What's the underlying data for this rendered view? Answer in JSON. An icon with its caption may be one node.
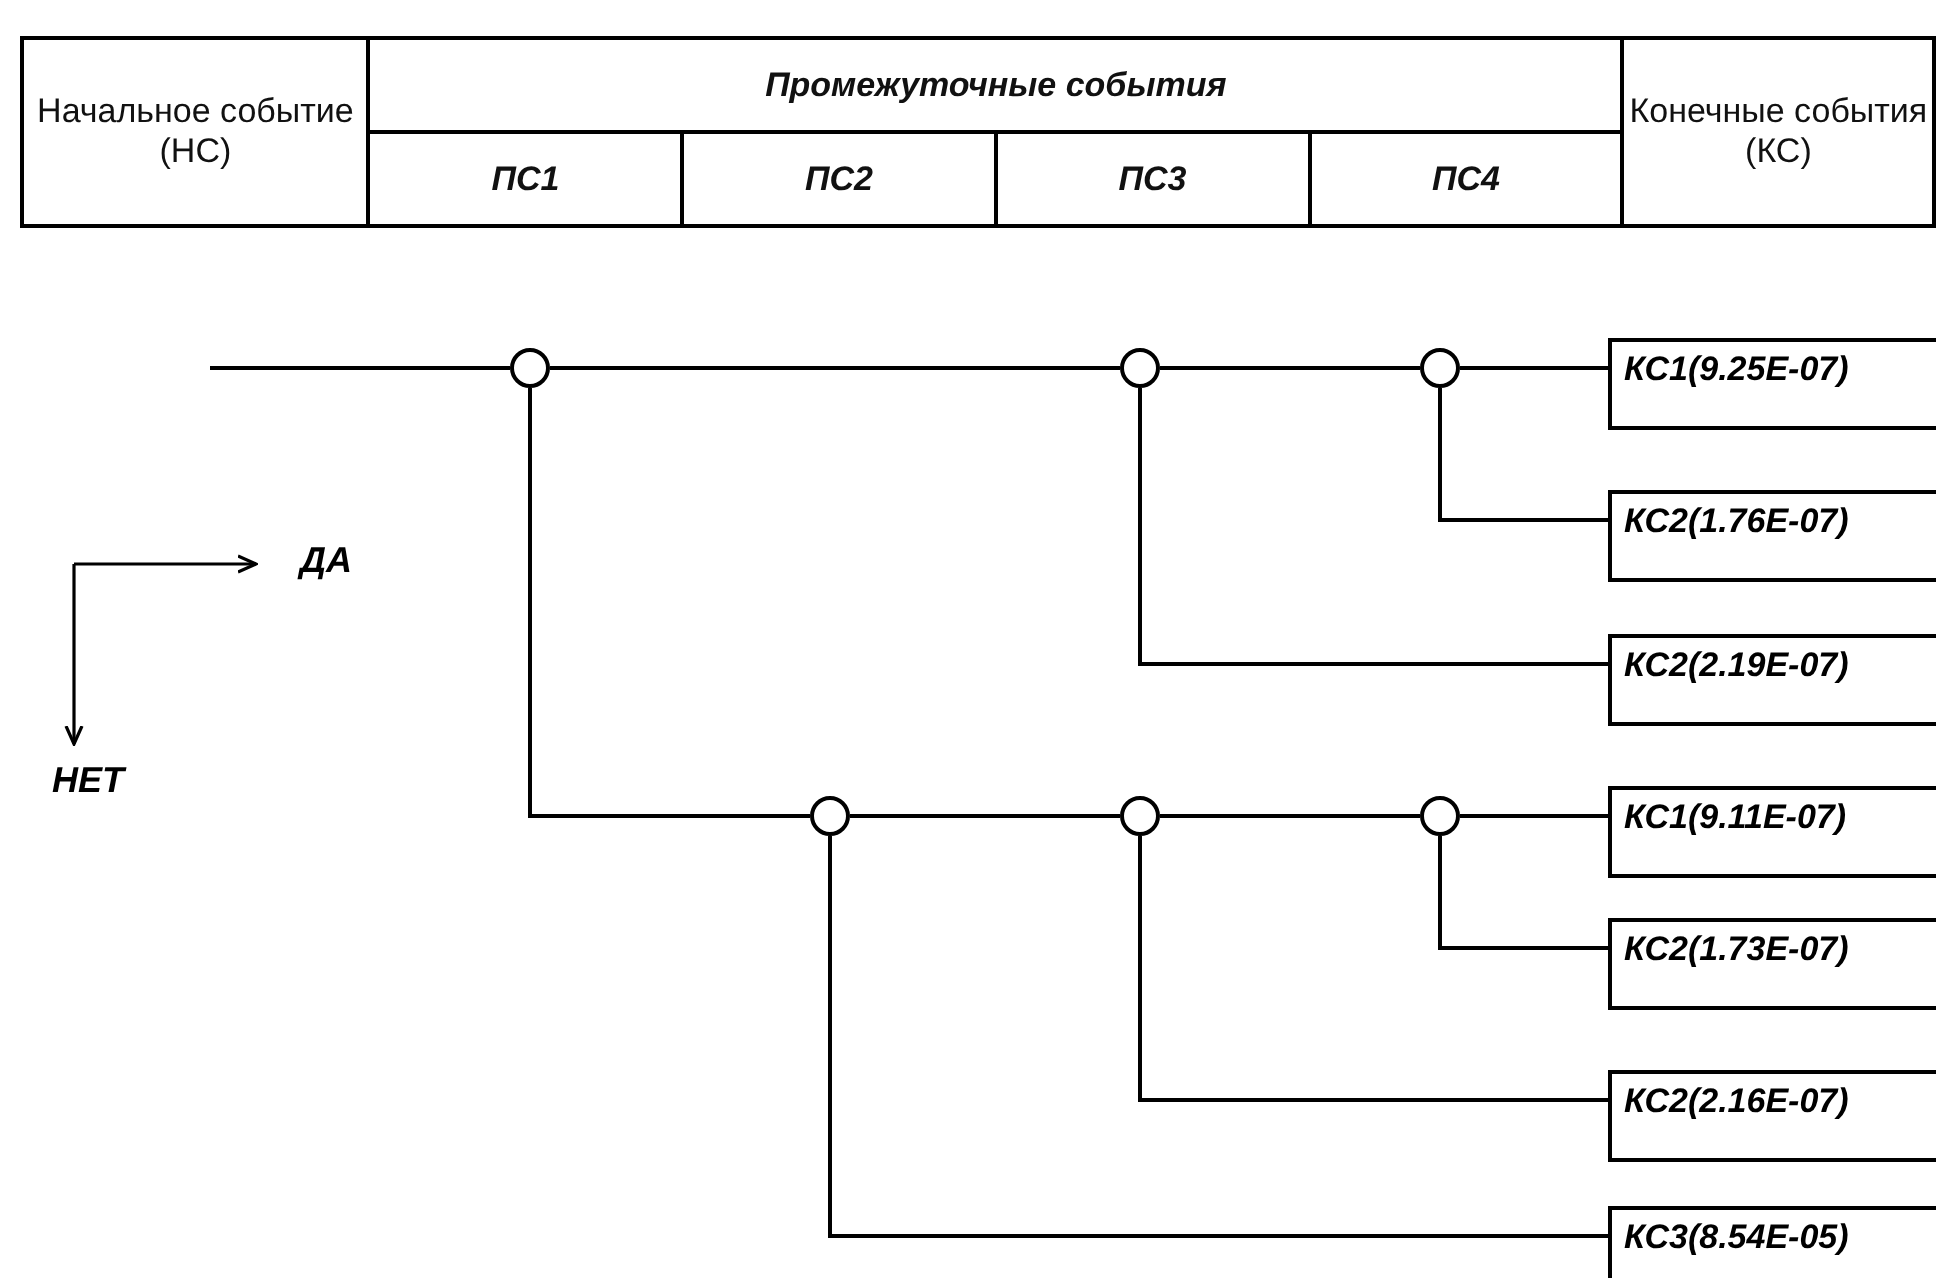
{
  "diagram": {
    "nodes": [
      {
        "text": [],
        "shape": "circle"
      },
      {
        "text": [],
        "shape": "circle"
      },
      {
        "text": [],
        "shape": "circle"
      },
      {
        "text": [
          "КС1(9.25E-07)"
        ]
      },
      {
        "text": [
          "КС2(1.76E-07)"
        ]
      },
      {
        "text": [
          "КС2(2.19E-07)"
        ]
      },
      {
        "text": [],
        "shape": "circle"
      },
      {
        "text": [],
        "shape": "circle"
      },
      {
        "text": [],
        "shape": "circle"
      },
      {
        "text": [
          "КС1(9.11E-07)"
        ]
      },
      {
        "text": [
          "КС2(1.73E-07)"
        ]
      },
      {
        "text": [
          "КС2(2.16E-07)"
        ]
      },
      {
        "text": [
          "КС3(8.54E-05)"
        ]
      }
    ],
    "edges": [
      {
        "from": null,
        "to": 0,
        "arrow": "none"
      },
      {
        "from": 0,
        "to": 1,
        "arrow": "none"
      },
      {
        "from": 1,
        "to": 2,
        "arrow": "none"
      },
      {
        "from": 2,
        "to": 3,
        "arrow": "none"
      },
      {
        "from": 2,
        "to": 4,
        "arrow": "none"
      },
      {
        "from": 1,
        "to": 5,
        "arrow": "none"
      },
      {
        "from": 0,
        "to": 6,
        "arrow": "none"
      },
      {
        "from": 6,
        "to": 7,
        "arrow": "none"
      },
      {
        "from": 7,
        "to": 8,
        "arrow": "none"
      },
      {
        "from": 8,
        "to": 9,
        "arrow": "none"
      },
      {
        "from": 8,
        "to": 10,
        "arrow": "none"
      },
      {
        "from": 7,
        "to": 11,
        "arrow": "none"
      },
      {
        "from": 6,
        "to": 12,
        "arrow": "none"
      }
    ],
    "labels": [
      "Начальное событие (НС)",
      "Промежуточные события",
      "Конечные события (КС)",
      "ПС1",
      "ПС2",
      "ПС3",
      "ПС4",
      "ДА",
      "НЕТ"
    ]
  }
}
